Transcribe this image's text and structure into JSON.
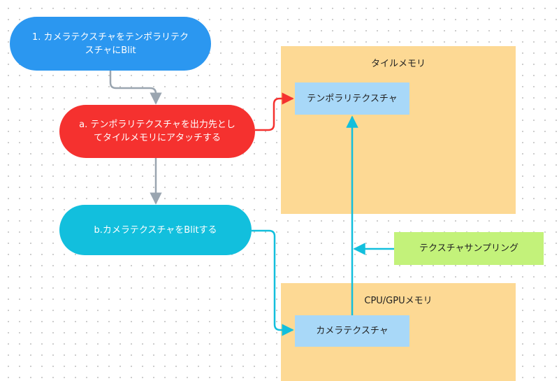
{
  "containers": {
    "tile_memory": {
      "label": "タイルメモリ",
      "color": "#fdd994"
    },
    "gpu_memory": {
      "label": "CPU/GPUメモリ",
      "color": "#fdd994"
    }
  },
  "nodes": {
    "step1": {
      "label": "1.  カメラテクスチャをテンポラリテクスチャにBlit",
      "color": "#2b97f0"
    },
    "step_a": {
      "label": "a. テンポラリテクスチャを出力先としてタイルメモリにアタッチする",
      "color": "#f5312f"
    },
    "step_b": {
      "label": "b.カメラテクスチャをBlitする",
      "color": "#12bfdd"
    },
    "temp_texture": {
      "label": "テンポラリテクスチャ",
      "color": "#a8d8f8"
    },
    "camera_texture": {
      "label": "カメラテクスチャ",
      "color": "#a8d8f8"
    },
    "sampling": {
      "label": "テクスチャサンプリング",
      "color": "#c3f27a"
    }
  },
  "link_colors": {
    "gray": "#9aa5b0",
    "red": "#f5312f",
    "cyan": "#12bfdd"
  }
}
